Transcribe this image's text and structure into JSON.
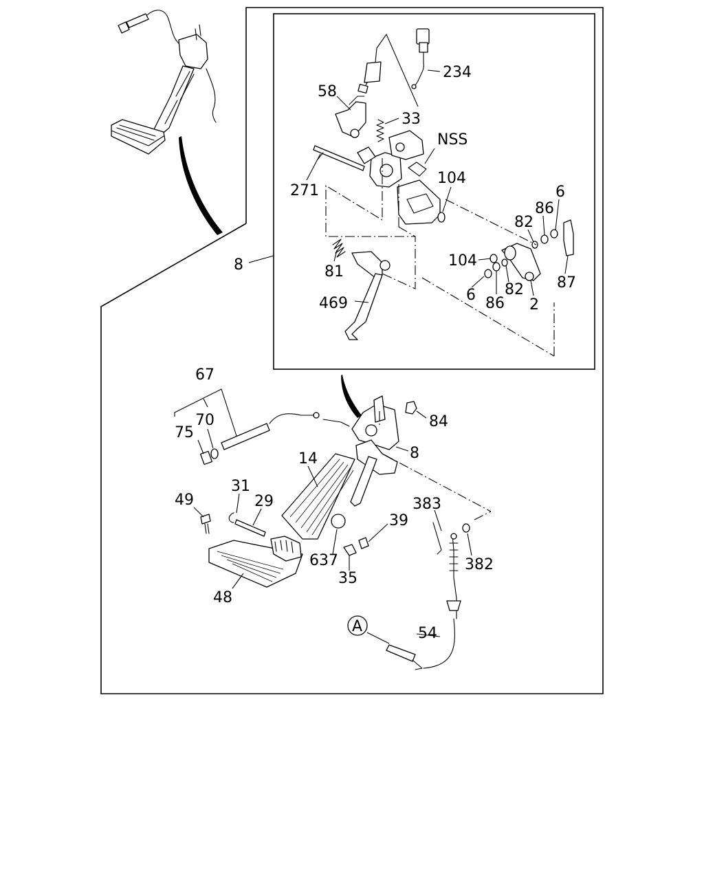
{
  "labels": {
    "p234": "234",
    "p58": "58",
    "p33": "33",
    "nss": "NSS",
    "p271": "271",
    "p104a": "104",
    "p6a": "6",
    "p86a": "86",
    "p82a": "82",
    "p8a": "8",
    "p104b": "104",
    "p81": "81",
    "p87": "87",
    "p6b": "6",
    "p86b": "86",
    "p82b": "82",
    "p2": "2",
    "p469": "469",
    "p67": "67",
    "p70": "70",
    "p75": "75",
    "p84": "84",
    "p8b": "8",
    "p14": "14",
    "p31": "31",
    "p29": "29",
    "p49": "49",
    "p383": "383",
    "p39": "39",
    "p637": "637",
    "p382": "382",
    "p35": "35",
    "p48": "48",
    "p54": "54",
    "callout_a": "A"
  }
}
